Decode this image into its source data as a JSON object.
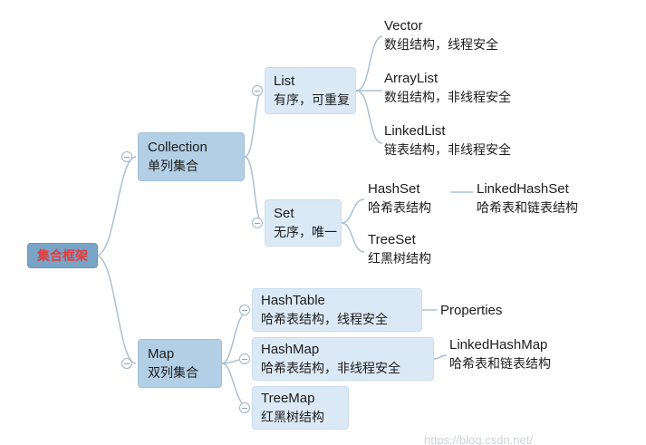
{
  "root": {
    "label": "集合框架"
  },
  "nodes": {
    "collection": {
      "title": "Collection",
      "subtitle": "单列集合"
    },
    "map": {
      "title": "Map",
      "subtitle": "双列集合"
    },
    "list": {
      "title": "List",
      "subtitle": "有序，可重复"
    },
    "set": {
      "title": "Set",
      "subtitle": "无序，唯一"
    },
    "vector": {
      "title": "Vector",
      "subtitle": "数组结构，线程安全"
    },
    "arraylist": {
      "title": "ArrayList",
      "subtitle": "数组结构，非线程安全"
    },
    "linkedlist": {
      "title": "LinkedList",
      "subtitle": "链表结构，非线程安全"
    },
    "hashset": {
      "title": "HashSet",
      "subtitle": "哈希表结构"
    },
    "linkedhashset": {
      "title": "LinkedHashSet",
      "subtitle": "哈希表和链表结构"
    },
    "treeset": {
      "title": "TreeSet",
      "subtitle": "红黑树结构"
    },
    "hashtable": {
      "title": "HashTable",
      "subtitle": "哈希表结构，线程安全"
    },
    "properties": {
      "title": "Properties"
    },
    "hashmap": {
      "title": "HashMap",
      "subtitle": "哈希表结构，非线程安全"
    },
    "linkedhashmap": {
      "title": "LinkedHashMap",
      "subtitle": "哈希表和链表结构"
    },
    "treemap": {
      "title": "TreeMap",
      "subtitle": "红黑树结构"
    }
  },
  "watermark": "https://blog.csdn.net/",
  "colors": {
    "root_bg": "#78a4c8",
    "root_text": "#e23c3c",
    "level1_bg": "#b3cfe5",
    "level2_bg": "#dbe9f6",
    "line": "#a9c0d4"
  }
}
